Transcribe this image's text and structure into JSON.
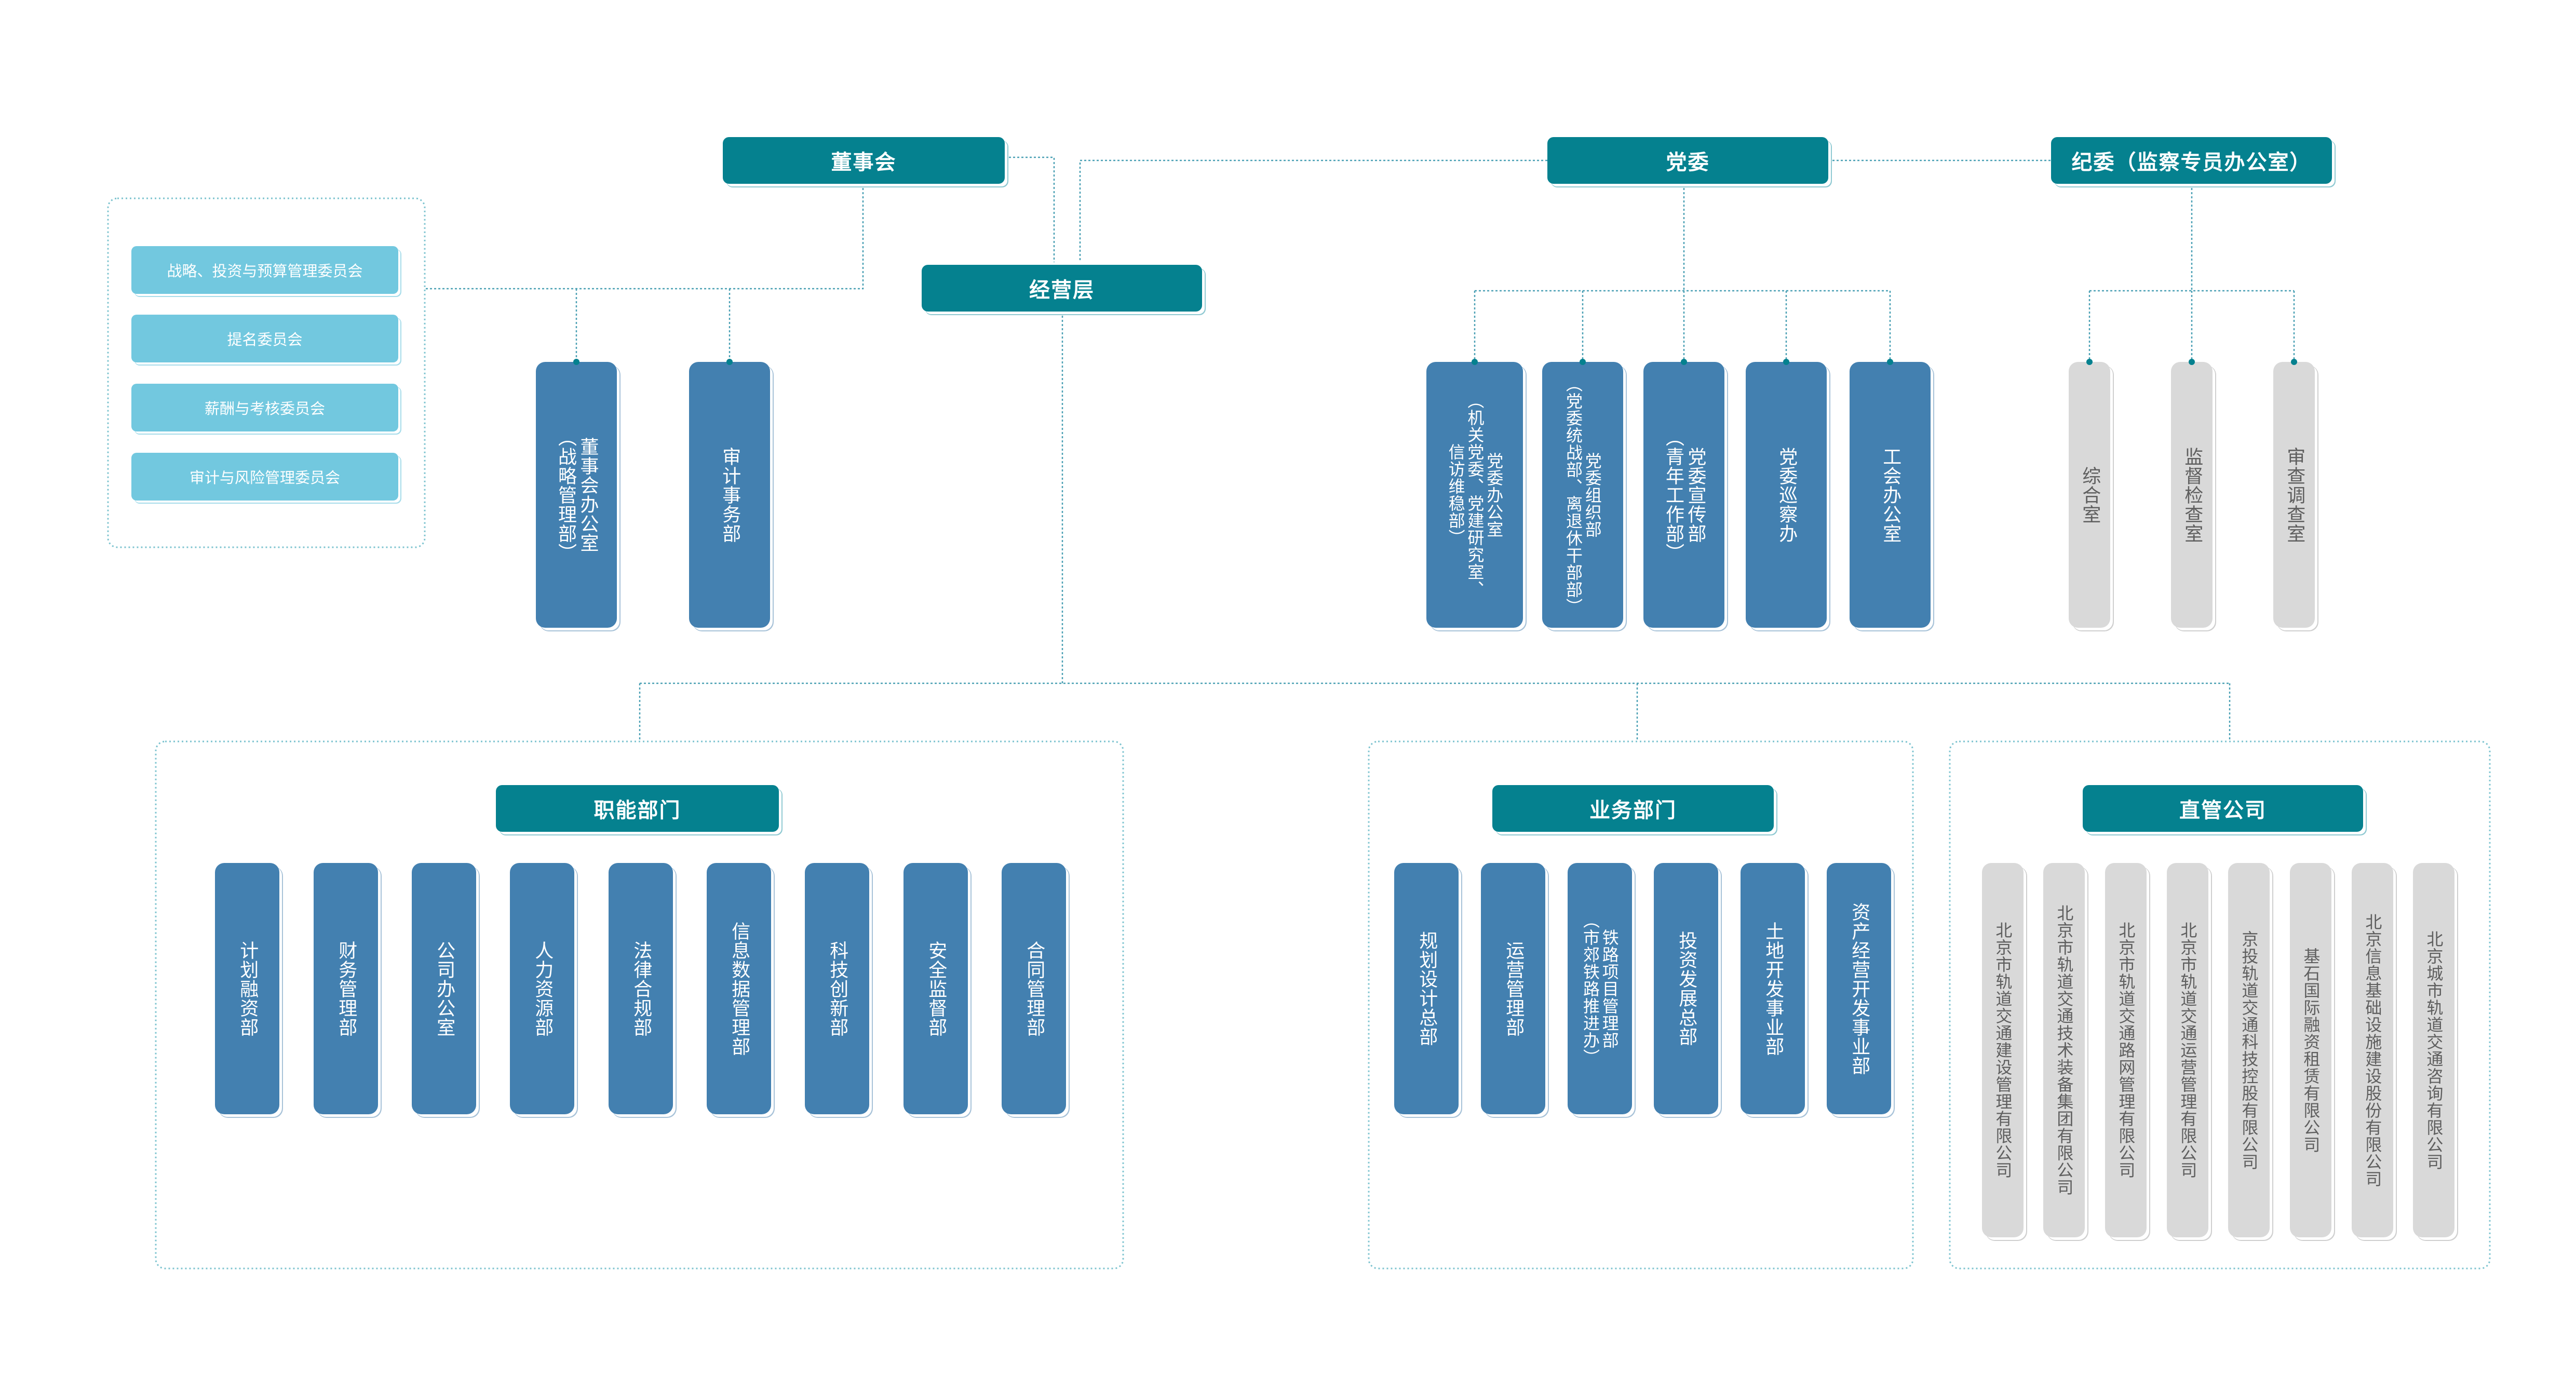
{
  "top": {
    "board": "董事会",
    "party_committee": "党委",
    "discipline": "纪委（监察专员办公室）",
    "management": "经营层"
  },
  "board_committees": [
    "战略、投资与预算管理委员会",
    "提名委员会",
    "薪酬与考核委员会",
    "审计与风险管理委员会"
  ],
  "board_units": [
    "董事会办公室\n（战略管理部）",
    "审计事务部"
  ],
  "party_units": [
    "党委办公室\n（机关党委、党建研究室、\n信访维稳部）",
    "党委组织部\n（党委统战部、离退休干部部）",
    "党委宣传部\n（青年工作部）",
    "党委巡察办",
    "工会办公室"
  ],
  "discipline_units": [
    "综合室",
    "监督检查室",
    "审查调查室"
  ],
  "groups": {
    "functional": {
      "title": "职能部门",
      "items": [
        "计划融资部",
        "财务管理部",
        "公司办公室",
        "人力资源部",
        "法律合规部",
        "信息数据管理部",
        "科技创新部",
        "安全监督部",
        "合同管理部"
      ]
    },
    "business": {
      "title": "业务部门",
      "items": [
        "规划设计总部",
        "运营管理部",
        "铁路项目管理部\n（市郊铁路推进办）",
        "投资发展总部",
        "土地开发事业部",
        "资产经营开发事业部"
      ]
    },
    "subsidiaries": {
      "title": "直管公司",
      "items": [
        "北京市轨道交通建设管理有限公司",
        "北京市轨道交通技术装备集团有限公司",
        "北京市轨道交通路网管理有限公司",
        "北京市轨道交通运营管理有限公司",
        "京投轨道交通科技控股有限公司",
        "基石国际融资租赁有限公司",
        "北京信息基础设施建设股份有限公司",
        "北京城市轨道交通咨询有限公司"
      ]
    }
  },
  "colors": {
    "header": "#05818f",
    "unit_blue": "#4380b0",
    "unit_gray": "#d9d9d9",
    "committee": "#72c8df",
    "connector": "#4aa0b4",
    "frame": "#7cc3cf"
  }
}
